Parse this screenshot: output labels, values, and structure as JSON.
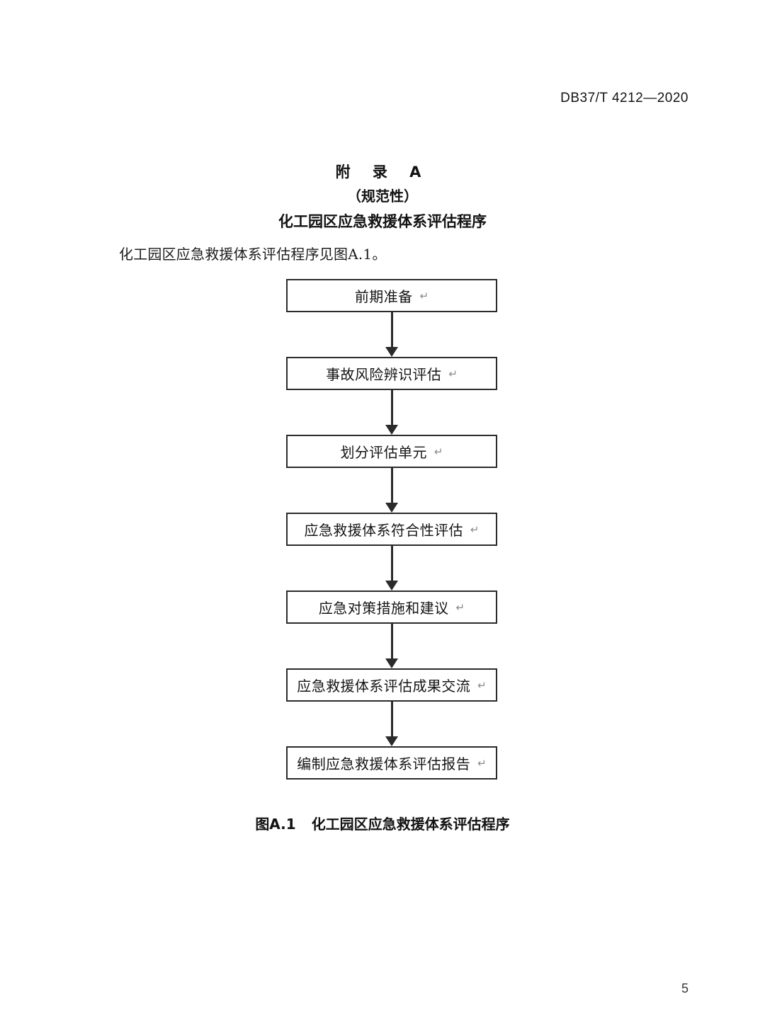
{
  "header": {
    "standard_number": "DB37/T 4212—2020"
  },
  "annex": {
    "label": "附 录 A",
    "kind": "（规范性）",
    "name": "化工园区应急救援体系评估程序"
  },
  "body": {
    "paragraph": "化工园区应急救援体系评估程序见图A.1。"
  },
  "flowchart": {
    "return_symbol": "↵",
    "nodes": [
      {
        "label": "前期准备"
      },
      {
        "label": "事故风险辨识评估"
      },
      {
        "label": "划分评估单元"
      },
      {
        "label": "应急救援体系符合性评估"
      },
      {
        "label": "应急对策措施和建议"
      },
      {
        "label": "应急救援体系评估成果交流"
      },
      {
        "label": "编制应急救援体系评估报告"
      }
    ]
  },
  "figure": {
    "caption_number": "图A.1",
    "caption_title": "化工园区应急救援体系评估程序"
  },
  "footer": {
    "page_number": "5"
  },
  "colors": {
    "text": "#121212",
    "box_border": "#2b2b2b",
    "pilcrow": "#8a8a8a",
    "page_background": "#ffffff"
  }
}
